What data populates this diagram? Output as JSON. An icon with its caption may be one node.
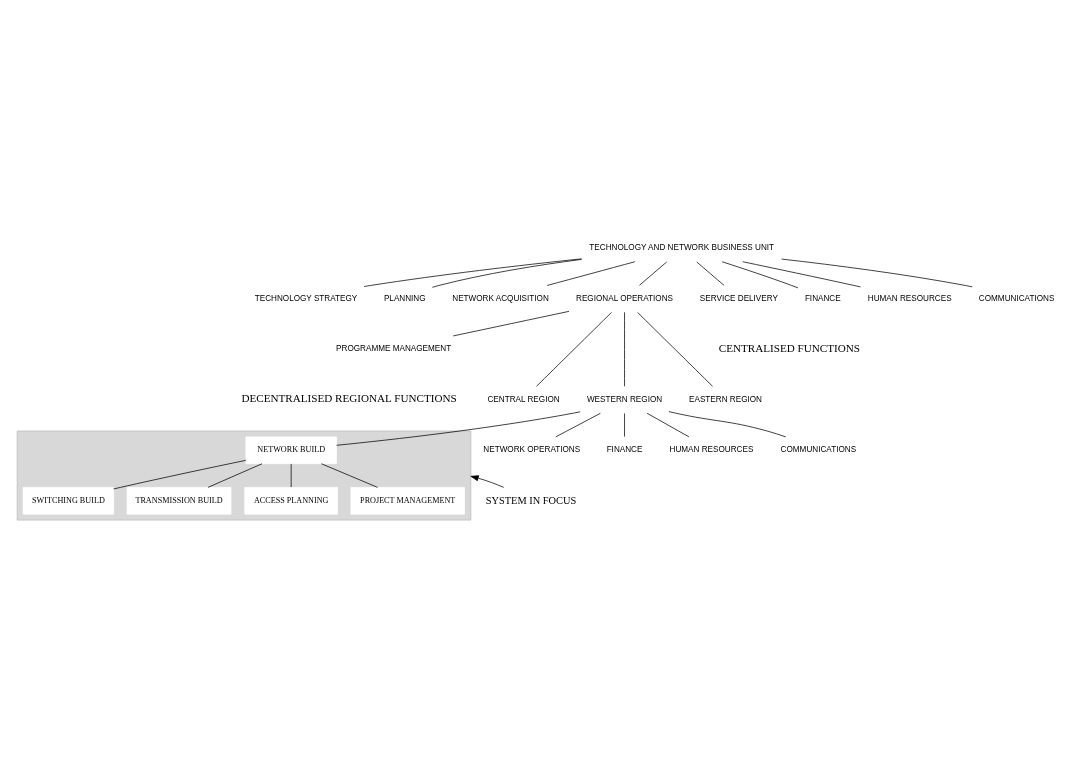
{
  "diagram": {
    "nodes": [
      {
        "text": [
          "TECHNOLOGY AND NETWORK BUSINESS UNIT"
        ]
      },
      {
        "text": [
          "TECHNOLOGY STRATEGY"
        ]
      },
      {
        "text": [
          "PLANNING"
        ]
      },
      {
        "text": [
          "NETWORK ACQUISITION"
        ]
      },
      {
        "text": [
          "REGIONAL OPERATIONS"
        ]
      },
      {
        "text": [
          "SERVICE DELIVERY"
        ]
      },
      {
        "text": [
          "FINANCE"
        ]
      },
      {
        "text": [
          "HUMAN RESOURCES"
        ]
      },
      {
        "text": [
          "COMMUNICATIONS"
        ]
      },
      {
        "text": [
          "PROGRAMME MANAGEMENT"
        ]
      },
      {
        "text": [
          "CENTRAL REGION"
        ]
      },
      {
        "text": [
          "WESTERN REGION"
        ]
      },
      {
        "text": [
          "EASTERN REGION"
        ]
      },
      {
        "text": [],
        "shape": "box"
      },
      {
        "text": [
          "NETWORK BUILD"
        ],
        "in": 13
      },
      {
        "text": [
          "NETWORK OPERATIONS"
        ]
      },
      {
        "text": [
          "FINANCE"
        ]
      },
      {
        "text": [
          "HUMAN RESOURCES"
        ]
      },
      {
        "text": [
          "COMMUNICATIONS"
        ]
      },
      {
        "text": [
          "SWITCHING BUILD"
        ],
        "in": 13
      },
      {
        "text": [
          "TRANSMISSION BUILD"
        ],
        "in": 13
      },
      {
        "text": [
          "ACCESS PLANNING"
        ],
        "in": 13
      },
      {
        "text": [
          "PROJECT MANAGEMENT"
        ],
        "in": 13
      },
      {
        "text": [
          "SYSTEM IN FOCUS"
        ]
      }
    ],
    "edges": [
      {
        "from": 0,
        "to": 1,
        "arrow": "none"
      },
      {
        "from": 0,
        "to": 2,
        "arrow": "none"
      },
      {
        "from": 0,
        "to": 3,
        "arrow": "none"
      },
      {
        "from": 0,
        "to": 4,
        "arrow": "none"
      },
      {
        "from": 0,
        "to": 5,
        "arrow": "none"
      },
      {
        "from": 0,
        "to": 6,
        "arrow": "none"
      },
      {
        "from": 0,
        "to": 7,
        "arrow": "none"
      },
      {
        "from": 0,
        "to": 8,
        "arrow": "none"
      },
      {
        "from": 4,
        "to": 9,
        "arrow": "none"
      },
      {
        "from": 4,
        "to": 10,
        "arrow": "none"
      },
      {
        "from": 4,
        "to": 11,
        "arrow": "none"
      },
      {
        "from": 4,
        "to": 12,
        "arrow": "none"
      },
      {
        "from": 11,
        "to": 14,
        "arrow": "none"
      },
      {
        "from": 11,
        "to": 15,
        "arrow": "none"
      },
      {
        "from": 11,
        "to": 16,
        "arrow": "none"
      },
      {
        "from": 11,
        "to": 17,
        "arrow": "none"
      },
      {
        "from": 11,
        "to": 18,
        "arrow": "none"
      },
      {
        "from": 14,
        "to": 19,
        "arrow": "none"
      },
      {
        "from": 14,
        "to": 20,
        "arrow": "none"
      },
      {
        "from": 14,
        "to": 21,
        "arrow": "none"
      },
      {
        "from": 14,
        "to": 22,
        "arrow": "none"
      },
      {
        "from": 23,
        "to": 13,
        "arrow": "to"
      }
    ],
    "labels": [
      "CENTRALISED FUNCTIONS",
      "DECENTRALISED REGIONAL FUNCTIONS"
    ]
  }
}
